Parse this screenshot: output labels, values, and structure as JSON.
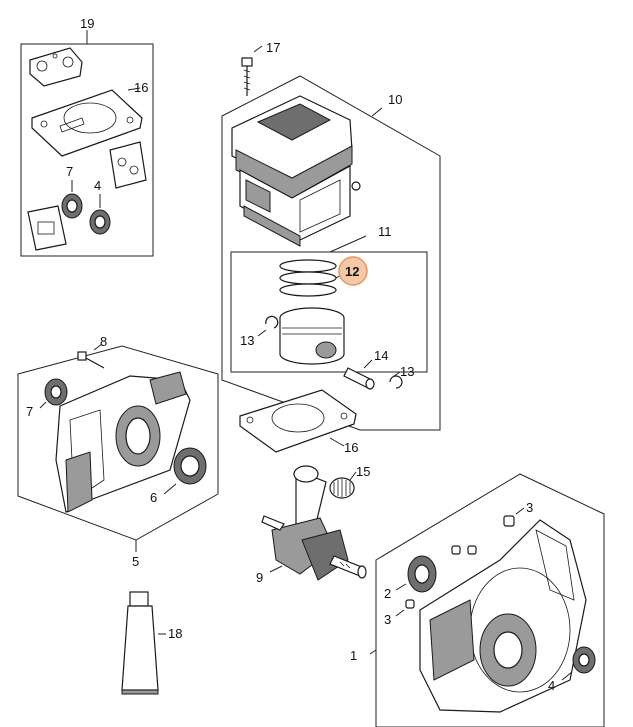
{
  "diagram": {
    "highlight_color": "#f4c9a8",
    "highlight_ring": "#e8955a",
    "callouts": {
      "c1": "1",
      "c2": "2",
      "c3a": "3",
      "c3b": "3",
      "c4a": "4",
      "c4b": "4",
      "c5": "5",
      "c6": "6",
      "c7a": "7",
      "c7b": "7",
      "c8": "8",
      "c9": "9",
      "c10": "10",
      "c11": "11",
      "c12": "12",
      "c13a": "13",
      "c13b": "13",
      "c14": "14",
      "c15": "15",
      "c16a": "16",
      "c16b": "16",
      "c17": "17",
      "c18": "18",
      "c19": "19"
    }
  }
}
